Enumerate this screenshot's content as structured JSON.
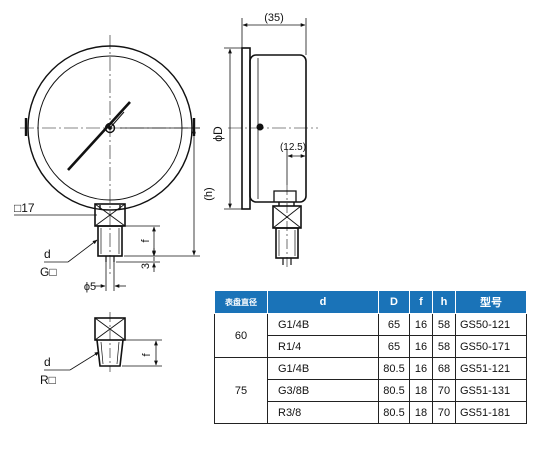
{
  "labels": {
    "depth": "(35)",
    "diameter": "ϕD",
    "offset": "(12.5)",
    "height": "(h)",
    "hex": "□17",
    "thread_len": "f",
    "three": "3",
    "bore": "ϕ5",
    "d_top": "d",
    "g_label": "G□",
    "d_bottom": "d",
    "r_label": "R□",
    "f_bottom": "f"
  },
  "table": {
    "headers": [
      "表盘直径",
      "d",
      "D",
      "f",
      "h",
      "型号"
    ],
    "groups": [
      {
        "size": "60",
        "rows": [
          {
            "d": "G1/4B",
            "D": "65",
            "f": "16",
            "h": "58",
            "model": "GS50-121"
          },
          {
            "d": "R1/4",
            "D": "65",
            "f": "16",
            "h": "58",
            "model": "GS50-171"
          }
        ]
      },
      {
        "size": "75",
        "rows": [
          {
            "d": "G1/4B",
            "D": "80.5",
            "f": "16",
            "h": "68",
            "model": "GS51-121"
          },
          {
            "d": "G3/8B",
            "D": "80.5",
            "f": "18",
            "h": "70",
            "model": "GS51-131"
          },
          {
            "d": "R3/8",
            "D": "80.5",
            "f": "18",
            "h": "70",
            "model": "GS51-181"
          }
        ]
      }
    ]
  },
  "colors": {
    "header_bg": "#1a73b8",
    "line": "#111111"
  }
}
